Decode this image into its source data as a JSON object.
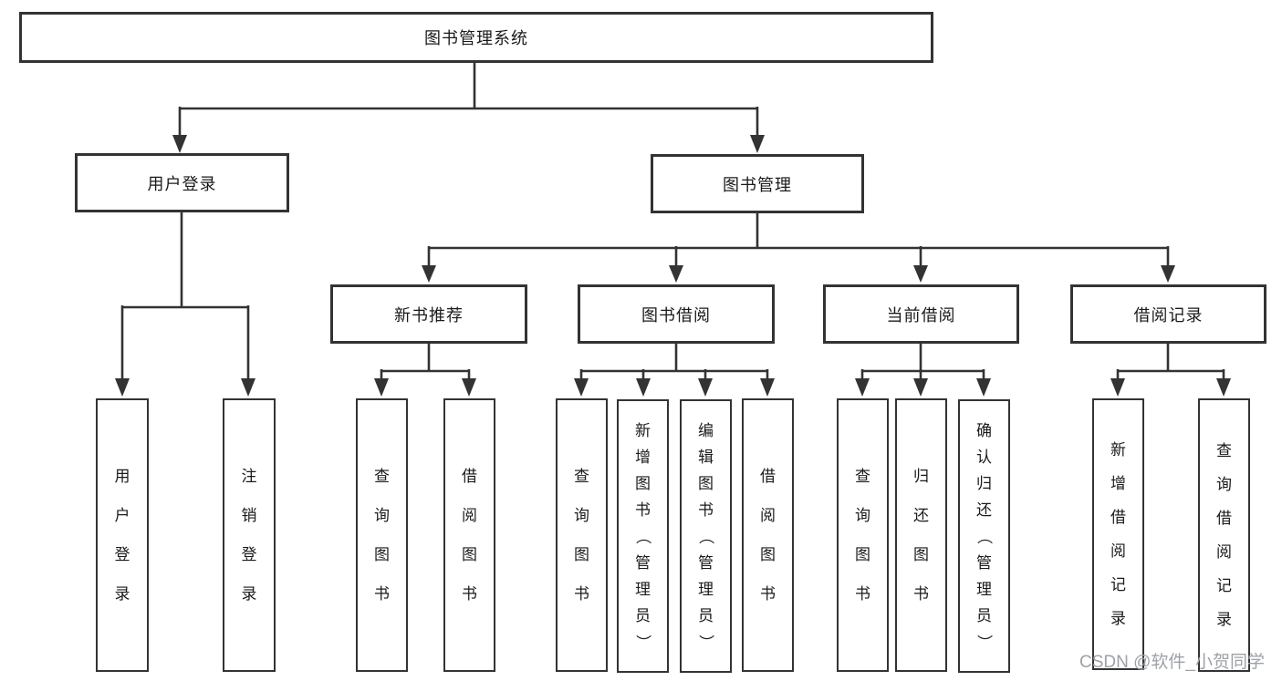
{
  "diagram": {
    "title": "图书管理系统",
    "branches": [
      {
        "label": "用户登录",
        "children": [
          "用户登录",
          "注销登录"
        ]
      },
      {
        "label": "图书管理",
        "sections": [
          {
            "label": "新书推荐",
            "children": [
              "查询图书",
              "借阅图书"
            ]
          },
          {
            "label": "图书借阅",
            "children": [
              "查询图书",
              "新增图书（管理员）",
              "编辑图书（管理员）",
              "借阅图书"
            ]
          },
          {
            "label": "当前借阅",
            "children": [
              "查询图书",
              "归还图书",
              "确认归还（管理员）"
            ]
          },
          {
            "label": "借阅记录",
            "children": [
              "新增借阅记录",
              "查询借阅记录"
            ]
          }
        ]
      }
    ]
  },
  "watermark": {
    "text": "CSDN @软件_小贺同学"
  },
  "colors": {
    "line": "#333333",
    "box_border": "#333333",
    "text": "#1a1a1a",
    "watermark": "#9ea1a8",
    "background": "#ffffff"
  }
}
